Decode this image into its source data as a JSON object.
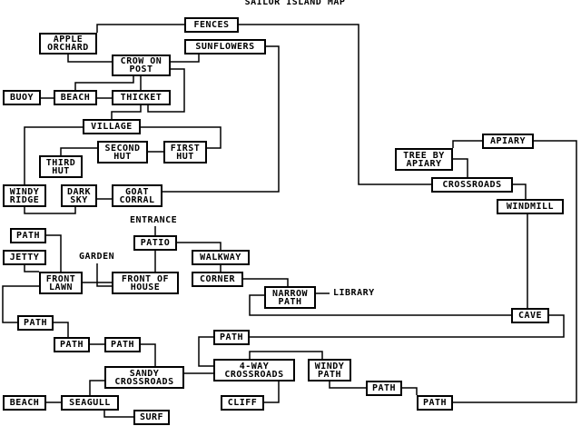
{
  "title": "SAILOR ISLAND MAP",
  "rooms": [
    {
      "id": "fences",
      "label": "FENCES"
    },
    {
      "id": "apple-orchard",
      "label": "APPLE\nORCHARD"
    },
    {
      "id": "sunflowers",
      "label": "SUNFLOWERS"
    },
    {
      "id": "crow-on-post",
      "label": "CROW ON\nPOST"
    },
    {
      "id": "buoy",
      "label": "BUOY"
    },
    {
      "id": "beach-north",
      "label": "BEACH"
    },
    {
      "id": "thicket",
      "label": "THICKET"
    },
    {
      "id": "village",
      "label": "VILLAGE"
    },
    {
      "id": "second-hut",
      "label": "SECOND\nHUT"
    },
    {
      "id": "first-hut",
      "label": "FIRST\nHUT"
    },
    {
      "id": "third-hut",
      "label": "THIRD\nHUT"
    },
    {
      "id": "windy-ridge",
      "label": "WINDY\nRIDGE"
    },
    {
      "id": "dark-sky",
      "label": "DARK\nSKY"
    },
    {
      "id": "goat-corral",
      "label": "GOAT\nCORRAL"
    },
    {
      "id": "apiary",
      "label": "APIARY"
    },
    {
      "id": "tree-by-apiary",
      "label": "TREE BY\nAPIARY"
    },
    {
      "id": "crossroads",
      "label": "CROSSROADS"
    },
    {
      "id": "windmill",
      "label": "WINDMILL"
    },
    {
      "id": "path-nw",
      "label": "PATH"
    },
    {
      "id": "jetty",
      "label": "JETTY"
    },
    {
      "id": "patio",
      "label": "PATIO"
    },
    {
      "id": "walkway",
      "label": "WALKWAY"
    },
    {
      "id": "corner",
      "label": "CORNER"
    },
    {
      "id": "front-lawn",
      "label": "FRONT\nLAWN"
    },
    {
      "id": "front-of-house",
      "label": "FRONT OF\nHOUSE"
    },
    {
      "id": "narrow-path",
      "label": "NARROW\nPATH"
    },
    {
      "id": "cave",
      "label": "CAVE"
    },
    {
      "id": "path-w",
      "label": "PATH"
    },
    {
      "id": "path-cave",
      "label": "PATH"
    },
    {
      "id": "path-sw1",
      "label": "PATH"
    },
    {
      "id": "path-sw2",
      "label": "PATH"
    },
    {
      "id": "sandy-crossroads",
      "label": "SANDY\nCROSSROADS"
    },
    {
      "id": "four-way-crossroads",
      "label": "4-WAY\nCROSSROADS"
    },
    {
      "id": "windy-path",
      "label": "WINDY\nPATH"
    },
    {
      "id": "path-se1",
      "label": "PATH"
    },
    {
      "id": "path-se2",
      "label": "PATH"
    },
    {
      "id": "beach-south",
      "label": "BEACH"
    },
    {
      "id": "seagull",
      "label": "SEAGULL"
    },
    {
      "id": "surf",
      "label": "SURF"
    },
    {
      "id": "cliff",
      "label": "CLIFF"
    }
  ],
  "free_labels": [
    {
      "id": "entrance",
      "label": "ENTRANCE"
    },
    {
      "id": "garden",
      "label": "GARDEN"
    },
    {
      "id": "library",
      "label": "LIBRARY"
    }
  ],
  "connections": [
    [
      "fences",
      "apple-orchard"
    ],
    [
      "fences",
      "crossroads"
    ],
    [
      "apple-orchard",
      "crow-on-post"
    ],
    [
      "sunflowers",
      "crow-on-post"
    ],
    [
      "sunflowers",
      "goat-corral"
    ],
    [
      "crow-on-post",
      "beach-north"
    ],
    [
      "crow-on-post",
      "thicket"
    ],
    [
      "crow-on-post",
      "thicket"
    ],
    [
      "buoy",
      "beach-north"
    ],
    [
      "beach-north",
      "thicket"
    ],
    [
      "village",
      "thicket"
    ],
    [
      "village",
      "windy-ridge"
    ],
    [
      "village",
      "first-hut"
    ],
    [
      "second-hut",
      "first-hut"
    ],
    [
      "second-hut",
      "third-hut"
    ],
    [
      "windy-ridge",
      "dark-sky"
    ],
    [
      "dark-sky",
      "goat-corral"
    ],
    [
      "apiary",
      "tree-by-apiary"
    ],
    [
      "apiary",
      "path-se2"
    ],
    [
      "tree-by-apiary",
      "crossroads"
    ],
    [
      "crossroads",
      "windmill"
    ],
    [
      "windmill",
      "cave"
    ],
    [
      "path-nw",
      "front-lawn"
    ],
    [
      "jetty",
      "front-lawn"
    ],
    [
      "front-lawn",
      "path-w"
    ],
    [
      "front-lawn",
      "front-of-house"
    ],
    [
      "patio",
      "front-of-house"
    ],
    [
      "patio",
      "walkway"
    ],
    [
      "walkway",
      "corner"
    ],
    [
      "corner",
      "narrow-path"
    ],
    [
      "narrow-path",
      "cave"
    ],
    [
      "cave",
      "path-cave"
    ],
    [
      "path-cave",
      "four-way-crossroads"
    ],
    [
      "path-w",
      "path-sw1"
    ],
    [
      "path-sw1",
      "path-sw2"
    ],
    [
      "path-sw2",
      "sandy-crossroads"
    ],
    [
      "sandy-crossroads",
      "four-way-crossroads"
    ],
    [
      "sandy-crossroads",
      "seagull"
    ],
    [
      "four-way-crossroads",
      "windy-path"
    ],
    [
      "four-way-crossroads",
      "cliff"
    ],
    [
      "windy-path",
      "path-se1"
    ],
    [
      "path-se1",
      "path-se2"
    ],
    [
      "beach-south",
      "seagull"
    ],
    [
      "seagull",
      "surf"
    ],
    [
      "entrance",
      "patio"
    ],
    [
      "garden",
      "front-of-house"
    ],
    [
      "narrow-path",
      "library"
    ]
  ]
}
